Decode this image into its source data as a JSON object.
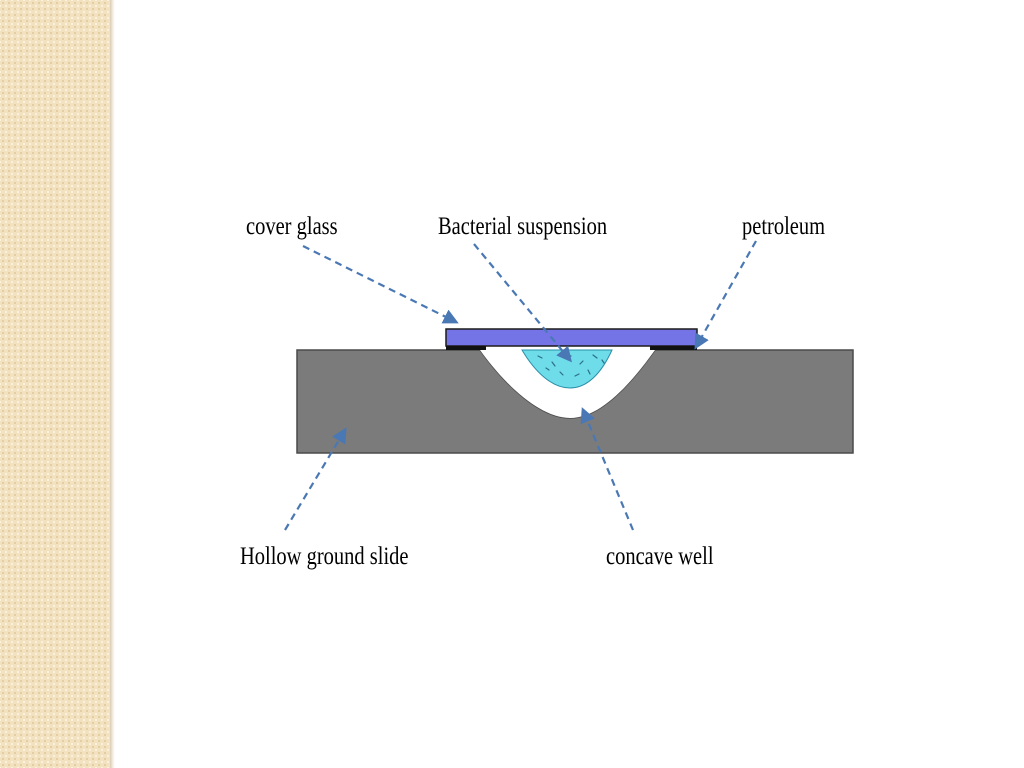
{
  "labels": {
    "cover_glass": "cover glass",
    "bacterial_suspension": "Bacterial suspension",
    "petroleum": "petroleum",
    "hollow_ground_slide": "Hollow ground slide",
    "concave_well": "concave well"
  },
  "colors": {
    "slide": "#7b7b7b",
    "cover_glass": "#7474e6",
    "suspension": "#6fdcea",
    "petroleum": "#111111",
    "callout_arrow": "#4a78b4",
    "side_strip": "#f3e2c0"
  }
}
